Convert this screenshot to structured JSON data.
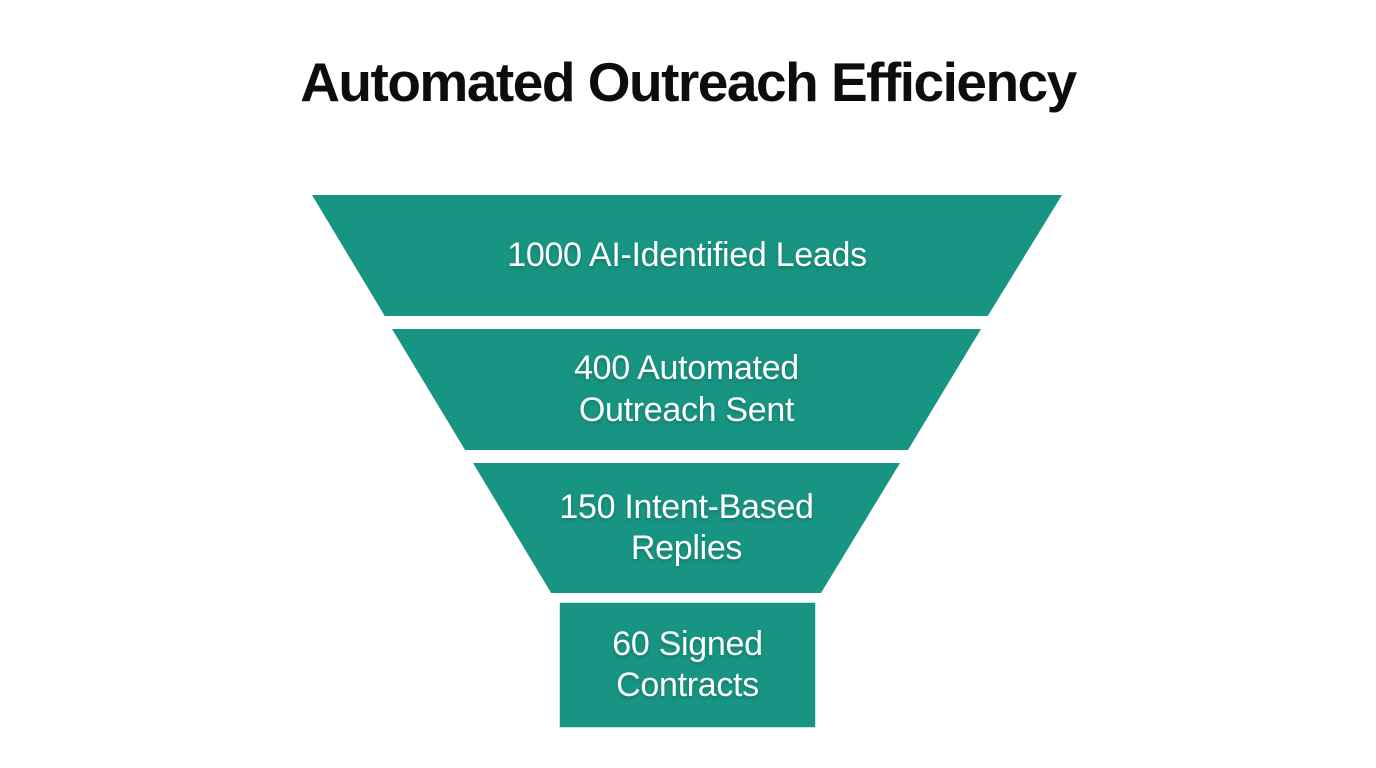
{
  "title": "Automated Outreach Efficiency",
  "chart_data": {
    "type": "funnel",
    "title": "Automated Outreach Efficiency",
    "orientation": "top-wide",
    "segment_color": "#189482",
    "label_color": "#ffffff",
    "title_color": "#0d0d0d",
    "background_color": "#ffffff",
    "stages": [
      {
        "label": "AI-Identified Leads",
        "value": 1000,
        "display": "1000 AI-Identified Leads"
      },
      {
        "label": "Automated Outreach Sent",
        "value": 400,
        "display": "400 Automated\nOutreach Sent"
      },
      {
        "label": "Intent-Based Replies",
        "value": 150,
        "display": "150 Intent-Based\nReplies"
      },
      {
        "label": "Signed Contracts",
        "value": 60,
        "display": "60 Signed\nContracts"
      }
    ]
  }
}
